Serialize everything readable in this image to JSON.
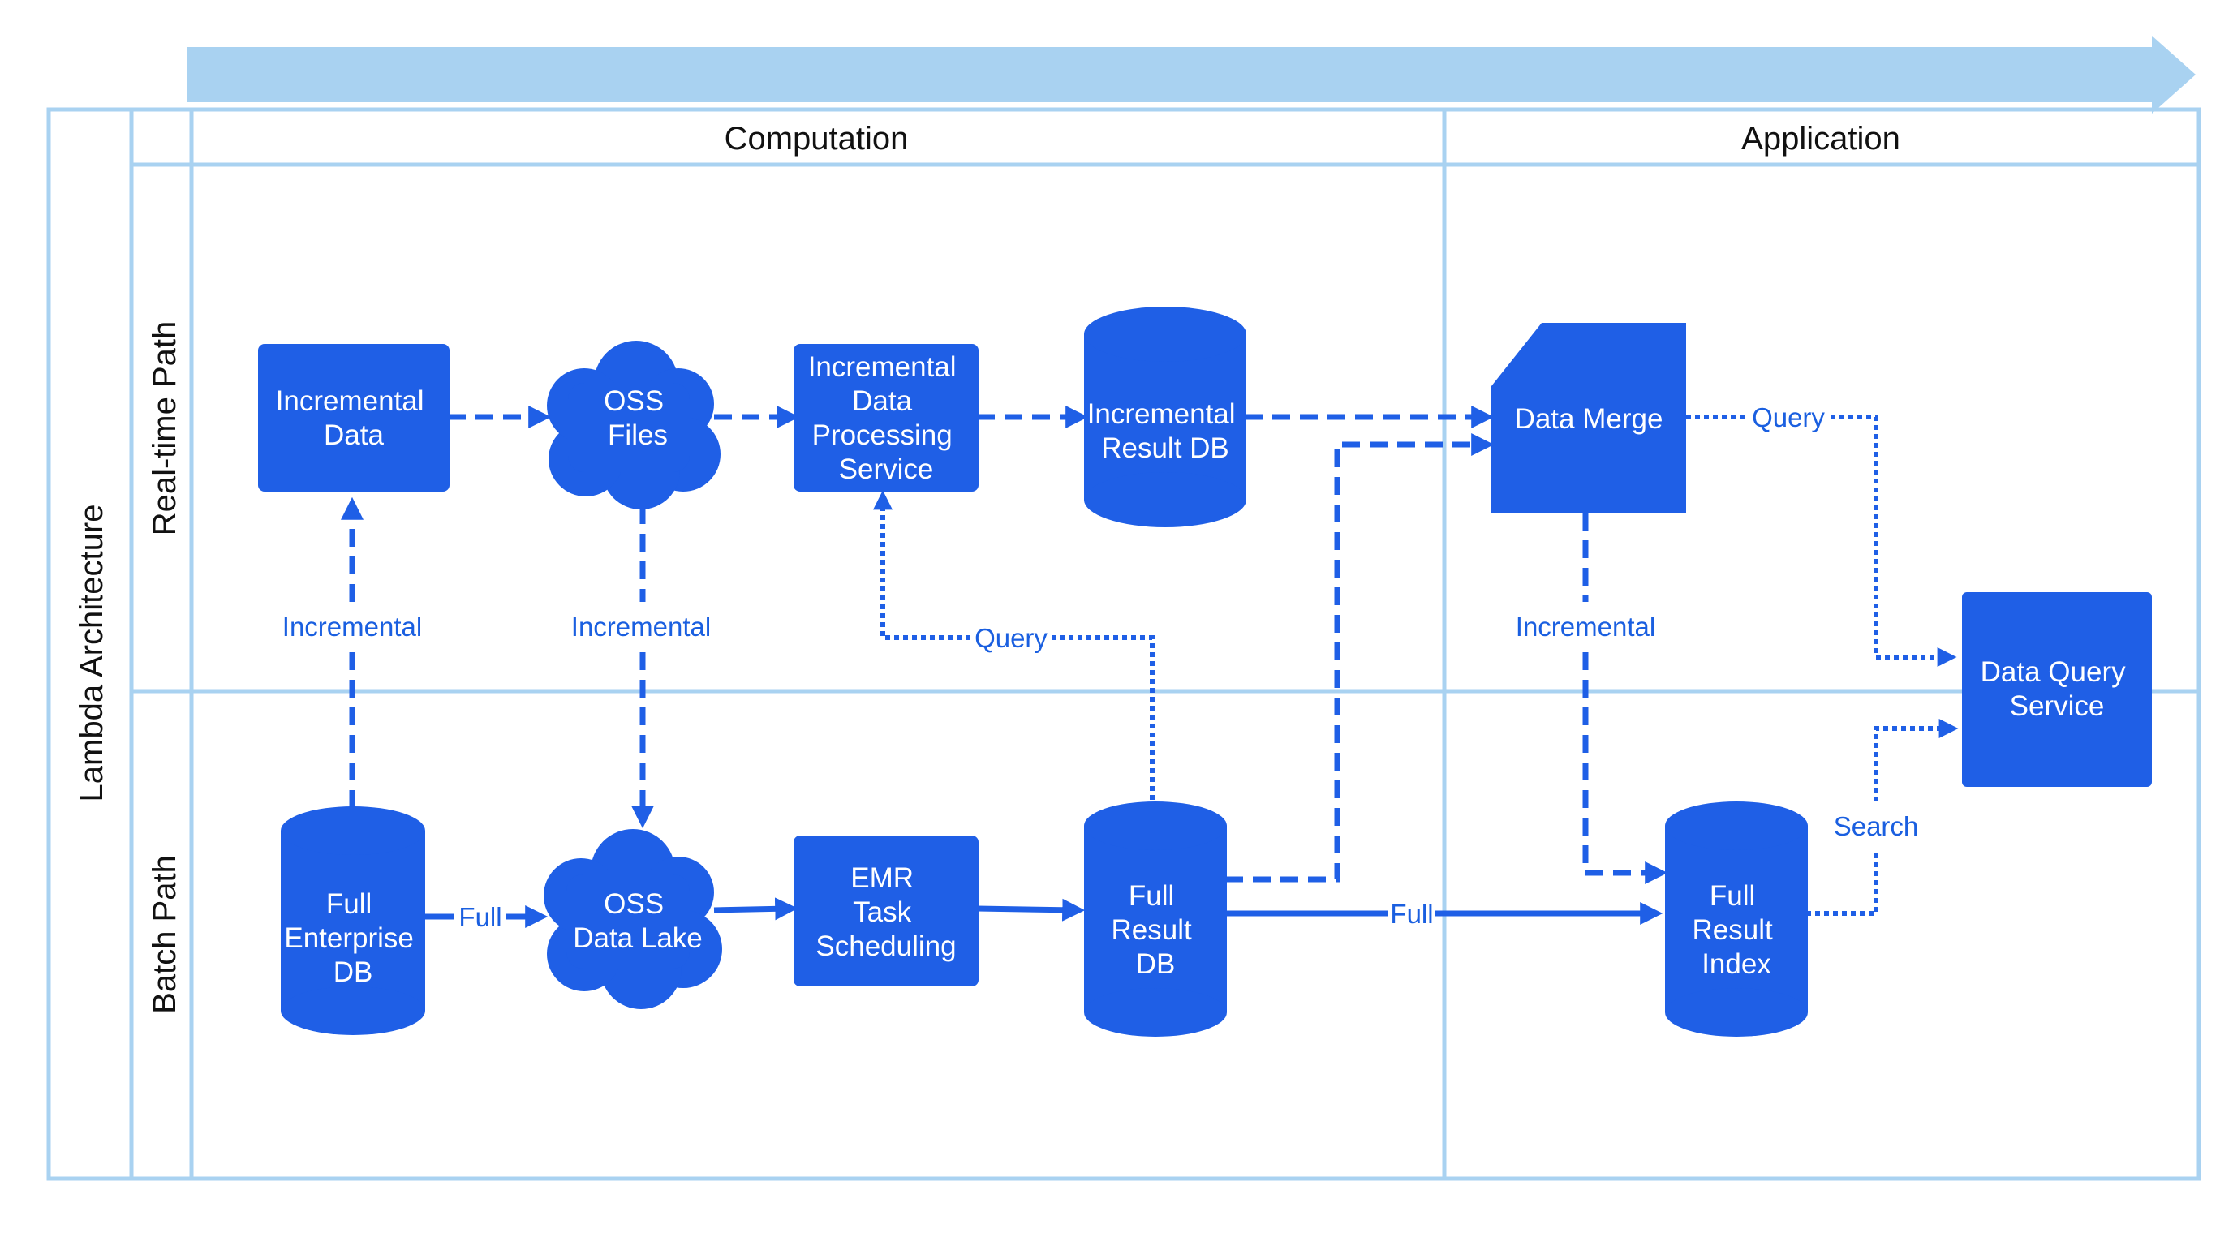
{
  "diagram": {
    "title": "Lambda Architecture",
    "columns": {
      "computation": "Computation",
      "application": "Application"
    },
    "lanes": {
      "realtime": "Real-time Path",
      "batch": "Batch Path"
    },
    "nodes": {
      "incremental_data": [
        "Incremental",
        "Data"
      ],
      "oss_files": [
        "OSS",
        "Files"
      ],
      "incremental_processing": [
        "Incremental",
        "Data",
        "Processing",
        "Service"
      ],
      "incremental_result_db": [
        "Incremental",
        "Result DB"
      ],
      "data_merge": [
        "Data Merge"
      ],
      "data_query_service": [
        "Data Query",
        "Service"
      ],
      "full_enterprise_db": [
        "Full",
        "Enterprise",
        "DB"
      ],
      "oss_data_lake": [
        "OSS",
        "Data Lake"
      ],
      "emr_task_scheduling": [
        "EMR",
        "Task",
        "Scheduling"
      ],
      "full_result_db": [
        "Full",
        "Result",
        "DB"
      ],
      "full_result_index": [
        "Full",
        "Result",
        "Index"
      ]
    },
    "edge_labels": {
      "enterprise_to_incremental": "Incremental",
      "files_to_lake": "Incremental",
      "fullresult_to_processing": "Query",
      "merge_to_index": "Incremental",
      "merge_to_query": "Query",
      "enterprise_to_lake": "Full",
      "fullresult_to_index": "Full",
      "index_to_query": "Search"
    },
    "colors": {
      "node_fill": "#1f5fe6",
      "frame": "#a9d2f1",
      "edge": "#1f5fe6",
      "edge_label": "#1a5fe0"
    }
  }
}
